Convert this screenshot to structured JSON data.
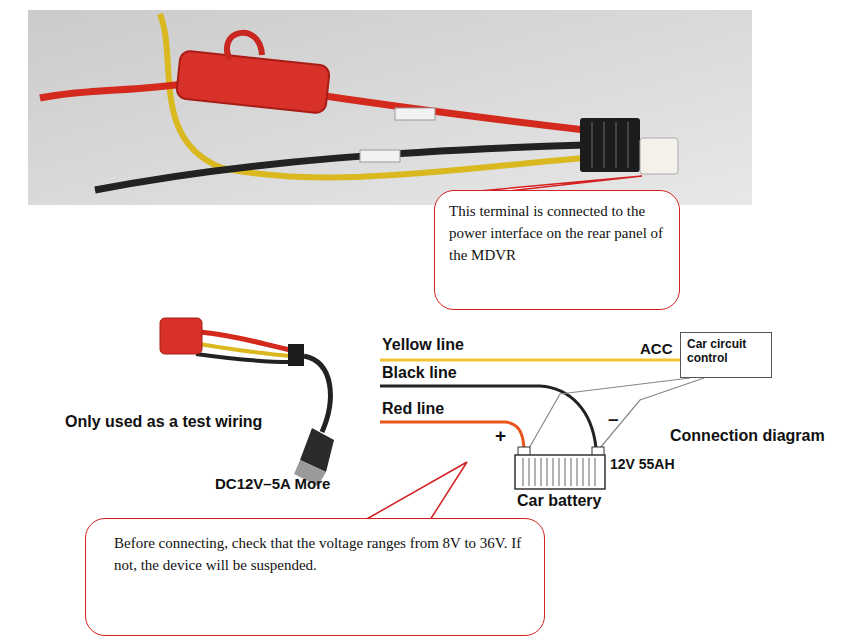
{
  "diagram": {
    "nodes": [
      {
        "text": [
          "This terminal is connected to the power interface on the rear panel of the MDVR"
        ]
      },
      {
        "text": [
          "Car circuit control"
        ]
      },
      {
        "text": [
          "Before connecting, check that the voltage ranges from 8V to 36V. If not, the device will be suspended."
        ]
      }
    ],
    "labels": [
      "Yellow line",
      "ACC",
      "Black line",
      "Red line",
      "Only used as a test wiring",
      "+",
      "–",
      "Connection diagram",
      "12V 55AH",
      "DC12V–5A More",
      "Car battery"
    ]
  }
}
